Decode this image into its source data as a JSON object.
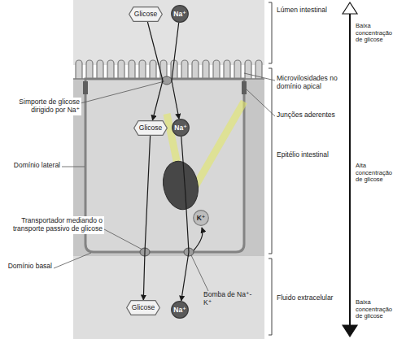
{
  "diagram": {
    "nodes": [
      {
        "text": [
          "Glicose"
        ]
      },
      {
        "text": [
          "Na⁺"
        ]
      },
      {
        "text": [
          "Glicose"
        ]
      },
      {
        "text": [
          "Na⁺"
        ]
      },
      {
        "text": [
          "K⁺"
        ]
      },
      {
        "text": [
          "Glicose"
        ]
      },
      {
        "text": [
          "Na⁺"
        ]
      }
    ],
    "edges": [
      {
        "from": 0,
        "to": 2,
        "arrow": "to"
      },
      {
        "from": 1,
        "to": 3,
        "arrow": "to"
      },
      {
        "from": 2,
        "to": 5,
        "arrow": "to"
      },
      {
        "from": 3,
        "to": 6,
        "arrow": "to"
      }
    ],
    "labels": [
      "Lúmen intestinal",
      "Microvilosidades no domínio apical",
      "Simporte de glicose dirigido por Na⁺",
      "Junções aderentes",
      "Domínio lateral",
      "Epitélio intestinal",
      "Transportador mediando o transporte passivo de glicose",
      "Domínio basal",
      "Bomba de Na⁺-K⁺",
      "Fluido extracelular",
      "Baixa concentração de glicose",
      "Alta concentração de glicose",
      "Baixa concentração de glicose"
    ]
  }
}
